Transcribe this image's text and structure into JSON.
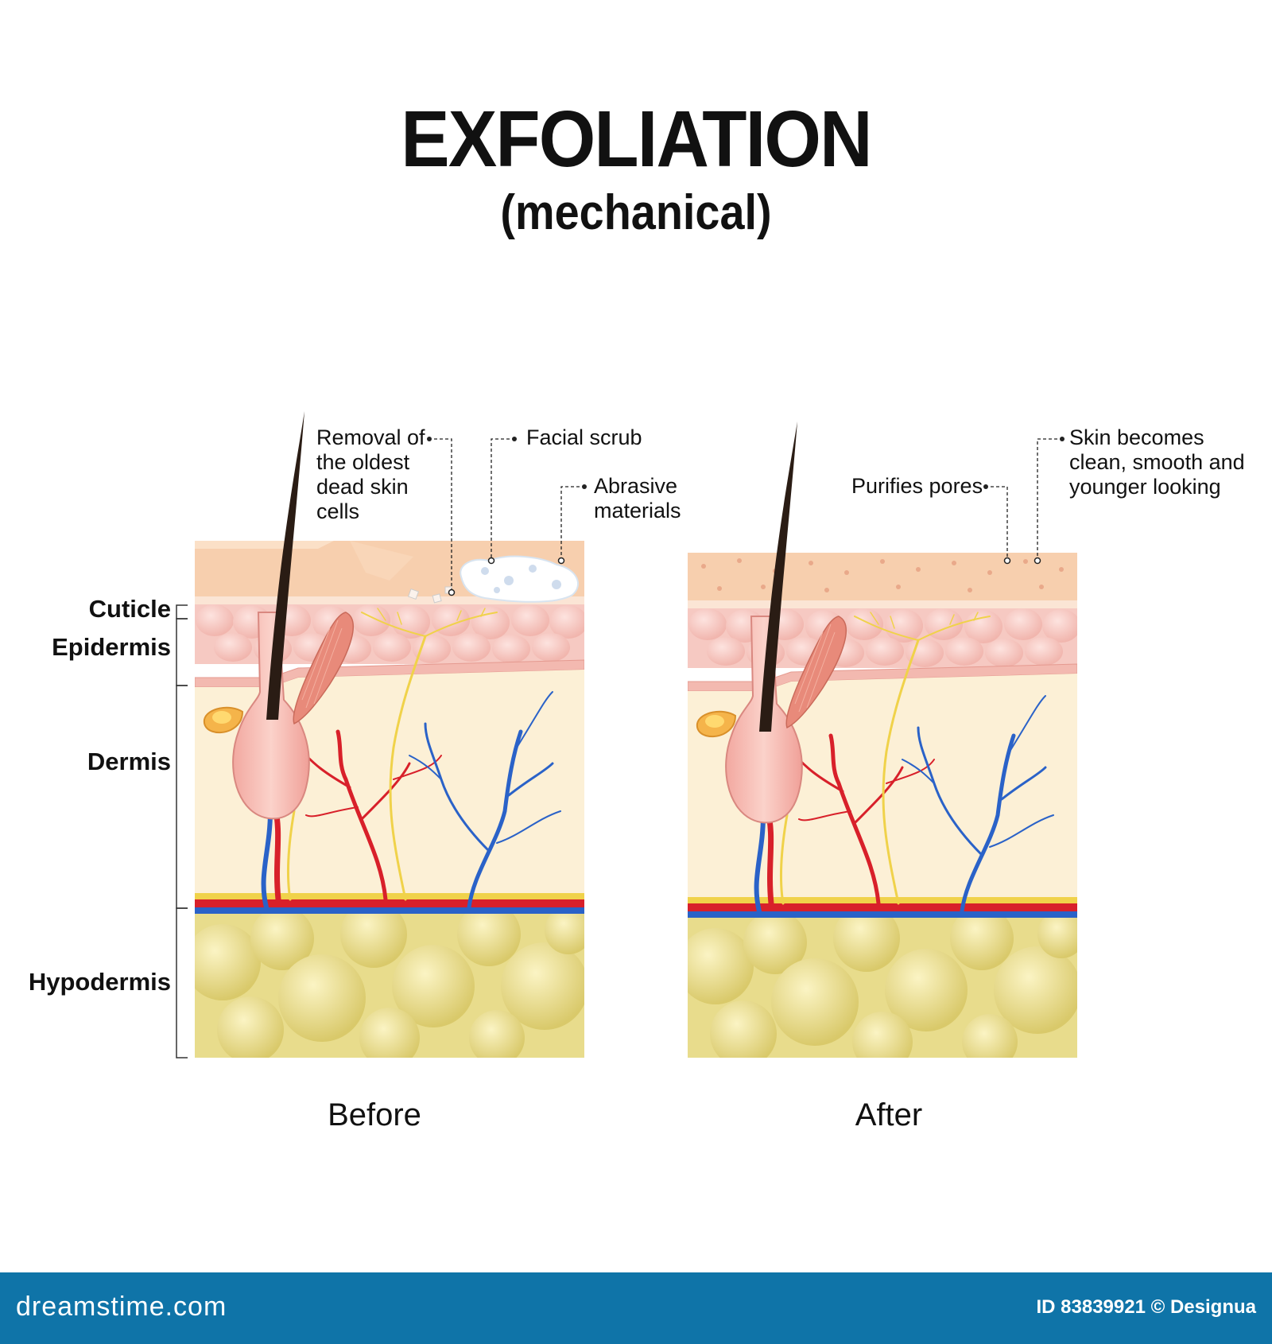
{
  "title": "EXFOLIATION",
  "subtitle": "(mechanical)",
  "layers": {
    "cuticle": "Cuticle",
    "epidermis": "Epidermis",
    "dermis": "Dermis",
    "hypodermis": "Hypodermis"
  },
  "annotations": {
    "removal": [
      "Removal of",
      "the oldest",
      "dead skin",
      "cells"
    ],
    "facial_scrub": "Facial scrub",
    "abrasive": [
      "Abrasive",
      "materials"
    ],
    "purifies": "Purifies pores",
    "skin_becomes": [
      "Skin becomes",
      "clean, smooth and",
      "younger looking"
    ]
  },
  "captions": {
    "before": "Before",
    "after": "After"
  },
  "footer": {
    "brand": "dreamstime.com",
    "id_text": "ID 83839921 © Designua",
    "background": "#0f74a8"
  },
  "colors": {
    "cuticle": "#f7cfae",
    "epidermis": "#f6c9c2",
    "dermis": "#fcf0d6",
    "hypodermis": "#e8dc8c",
    "artery": "#d8202a",
    "vein": "#2a62c8",
    "nerve": "#f0d24a",
    "hair": "#2a1c14"
  }
}
